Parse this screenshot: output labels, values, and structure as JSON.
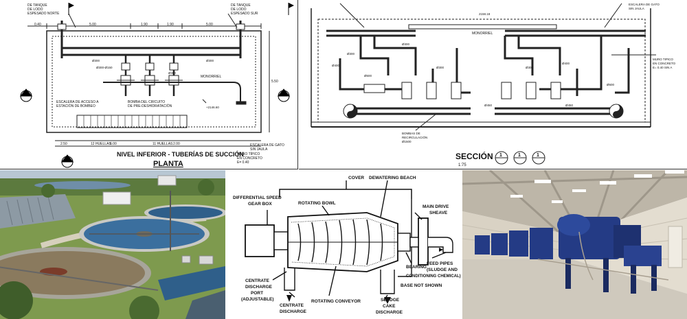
{
  "plan_panel": {
    "title": "NIVEL INFERIOR - TUBERÍAS DE SUCCIÓN",
    "subtitle": "PLANTA",
    "tank_north": [
      "DE TANQUE",
      "DE LODO",
      "ESPESADO NORTE"
    ],
    "tank_south": [
      "DE TANQUE",
      "DE LODO",
      "ESPESADO SUR"
    ],
    "monorriel": "MONORRIEL",
    "escalera_acceso": [
      "ESCALERA DE ACCESO A",
      "ESTACIÓN DE BOMBEO"
    ],
    "bomba_circuito": [
      "BOMBA DEL CIRCUITO",
      "DE PRE-DESHIDRATACIÓN"
    ],
    "escalera_gato": [
      "ESCALERA DE GATO",
      "SIN JAULA"
    ],
    "muro_tipico": [
      "MURO TÍPICO",
      "EN CONCRETO",
      "E= 0.40"
    ],
    "huellas_left": "12 HUELLAS",
    "huellas_right": "11 HUELLAS",
    "dims": [
      "5.00",
      "1.90",
      "1.90",
      "5.00",
      "0.40",
      "2.50",
      "6.00",
      "2.00",
      "5.50"
    ],
    "pipe_labels": [
      "Ø300",
      "Ø300",
      "Ø300-Ø150",
      "Ø300"
    ],
    "level_mark": "+2146.60"
  },
  "section_panel": {
    "title": "SECCIÓN",
    "scale": "1:75",
    "monorriel": "MONORRIEL",
    "bombas": [
      "BOMBAS DE",
      "RECIRCULACIÓN",
      "Ø1500"
    ],
    "muro": [
      "MURO TIPICO",
      "EN CONCRETO",
      "E= 0.40 SIN A"
    ],
    "escalera": [
      "ESCALERA DE GATO",
      "SIN JAULA"
    ],
    "pipe_labels": [
      "Ø300",
      "Ø300",
      "Ø300",
      "Ø300",
      "Ø400",
      "Ø400",
      "Ø450",
      "Ø450",
      "Ø600",
      "Ø600"
    ],
    "section_marks": [
      "1",
      "1",
      "1"
    ],
    "level_top": "2158.18"
  },
  "centrifuge_panel": {
    "labels": {
      "cover": "COVER",
      "dewatering_beach": "DEWATERING BEACH",
      "diff_gear": [
        "DIFFERENTIAL SPEED",
        "GEAR BOX"
      ],
      "rotating_bowl": "ROTATING BOWL",
      "main_drive": [
        "MAIN DRIVE",
        "SHEAVE"
      ],
      "bearing": "BEARING",
      "feed_pipes": [
        "FEED PIPES",
        "(SLUDGE AND",
        "CONDITIONING CHEMICAL)"
      ],
      "centrate_port": [
        "CENTRATE",
        "DISCHARGE",
        "PORT",
        "(ADJUSTABLE)"
      ],
      "base_not_shown": "BASE NOT SHOWN",
      "centrate_discharge": [
        "CENTRATE",
        "DISCHARGE"
      ],
      "rotating_conveyor": "ROTATING CONVEYOR",
      "cake_discharge": [
        "SLUDGE",
        "CAKE",
        "DISCHARGE"
      ]
    }
  },
  "colors": {
    "line": "#222222",
    "water_dark": "#2f5f8a",
    "water_mid": "#3b6f9e",
    "muddy": "#8a7a5e",
    "grass": "#7e9a4e",
    "sky": "#b8c7d3",
    "machine_blue": "#243b85",
    "hall_wall": "#d9d2c4",
    "hall_floor": "#cfc9bd"
  }
}
